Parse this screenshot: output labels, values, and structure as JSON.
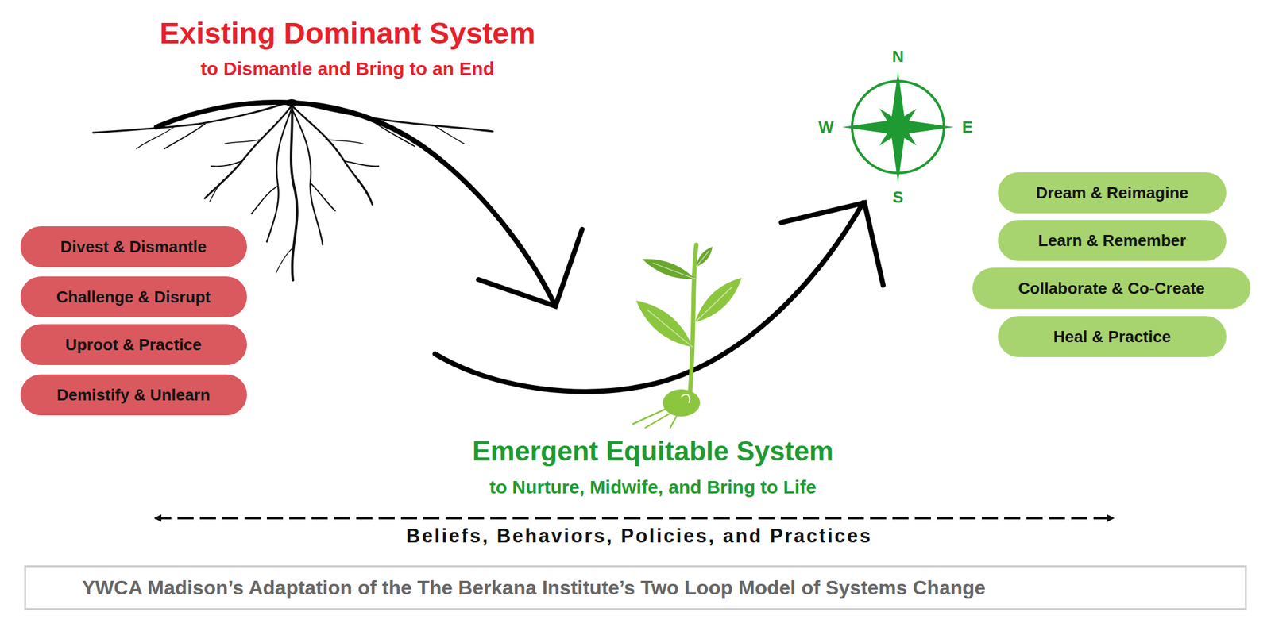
{
  "diagram": {
    "caption": "YWCA Madison’s Adaptation of the The Berkana Institute’s Two Loop Model of Systems Change",
    "nodes": [
      {
        "text": [
          "Divest & Dismantle"
        ]
      },
      {
        "text": [
          "Challenge & Disrupt"
        ]
      },
      {
        "text": [
          "Uproot & Practice"
        ]
      },
      {
        "text": [
          "Demistify & Unlearn"
        ]
      },
      {
        "text": [
          "Dream & Reimagine"
        ]
      },
      {
        "text": [
          "Learn & Remember"
        ]
      },
      {
        "text": [
          "Collaborate & Co-Create"
        ]
      },
      {
        "text": [
          "Heal & Practice"
        ]
      }
    ],
    "labels": [
      "Existing Dominant System",
      "to Dismantle and Bring to an End",
      "N",
      "W",
      "E",
      "S",
      "Emergent Equitable System",
      "to Nurture, Midwife, and Bring to Life",
      "Beliefs, Behaviors, Policies, and Practices"
    ]
  }
}
